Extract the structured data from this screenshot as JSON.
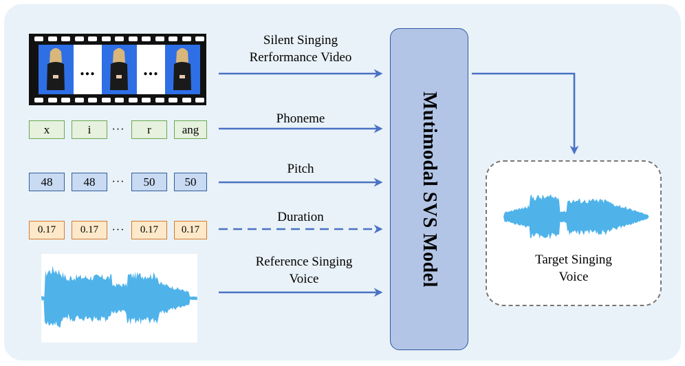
{
  "inputs": {
    "video": {
      "label_line1": "Silent Singing",
      "label_line2": "Rerformance Video",
      "ellipsis": "..."
    },
    "phoneme": {
      "label": "Phoneme",
      "tokens": [
        "x",
        "i",
        "r",
        "ang"
      ],
      "ellipsis": "···"
    },
    "pitch": {
      "label": "Pitch",
      "tokens": [
        "48",
        "48",
        "50",
        "50"
      ],
      "ellipsis": "···"
    },
    "duration": {
      "label": "Duration",
      "tokens": [
        "0.17",
        "0.17",
        "0.17",
        "0.17"
      ],
      "ellipsis": "···"
    },
    "reference": {
      "label_line1": "Reference Singing",
      "label_line2": "Voice"
    }
  },
  "model": {
    "label": "Mutimodal SVS Model"
  },
  "output": {
    "label_line1": "Target Singing",
    "label_line2": "Voice"
  },
  "colors": {
    "panel_bg": "#e9f2f8",
    "arrow": "#4a72c4",
    "model_fill": "#b3c5e6",
    "model_border": "#2d59a3",
    "waveform": "#4fb3ea",
    "video_frame_bg": "#2f6fe6",
    "phoneme_border": "#6aa84f",
    "pitch_border": "#2f5b9a",
    "duration_border": "#d8782a"
  },
  "icons": {
    "film_strip": "film-strip-icon",
    "person": "person-icon",
    "waveform": "waveform-icon"
  }
}
